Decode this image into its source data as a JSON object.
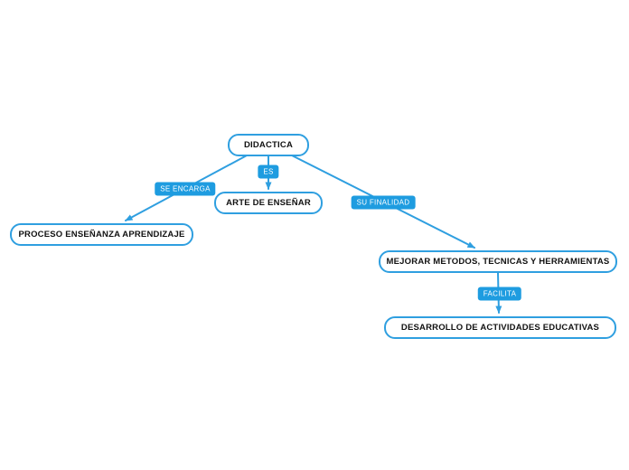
{
  "canvas": {
    "type": "concept-map",
    "background": "#ffffff"
  },
  "colors": {
    "accent": "#2f9fe0",
    "edge_label_fill": "#1e9ce0",
    "node_border": "#2f9fe0",
    "node_text": "#111111",
    "edge_label_text": "#ffffff"
  },
  "nodes": {
    "didactica": {
      "label": "DIDACTICA"
    },
    "arte": {
      "label": "ARTE DE ENSEÑAR"
    },
    "proceso": {
      "label": "PROCESO ENSEÑANZA APRENDIZAJE"
    },
    "mejorar": {
      "label": "MEJORAR METODOS, TECNICAS Y HERRAMIENTAS"
    },
    "desarrollo": {
      "label": "DESARROLLO DE ACTIVIDADES EDUCATIVAS"
    }
  },
  "edges": {
    "es": {
      "label": "ES",
      "from": "didactica",
      "to": "arte"
    },
    "se_encarga": {
      "label": "SE ENCARGA",
      "from": "didactica",
      "to": "proceso"
    },
    "su_finalidad": {
      "label": "SU FINALIDAD",
      "from": "didactica",
      "to": "mejorar"
    },
    "facilita": {
      "label": "FACILITA",
      "from": "mejorar",
      "to": "desarrollo"
    }
  }
}
